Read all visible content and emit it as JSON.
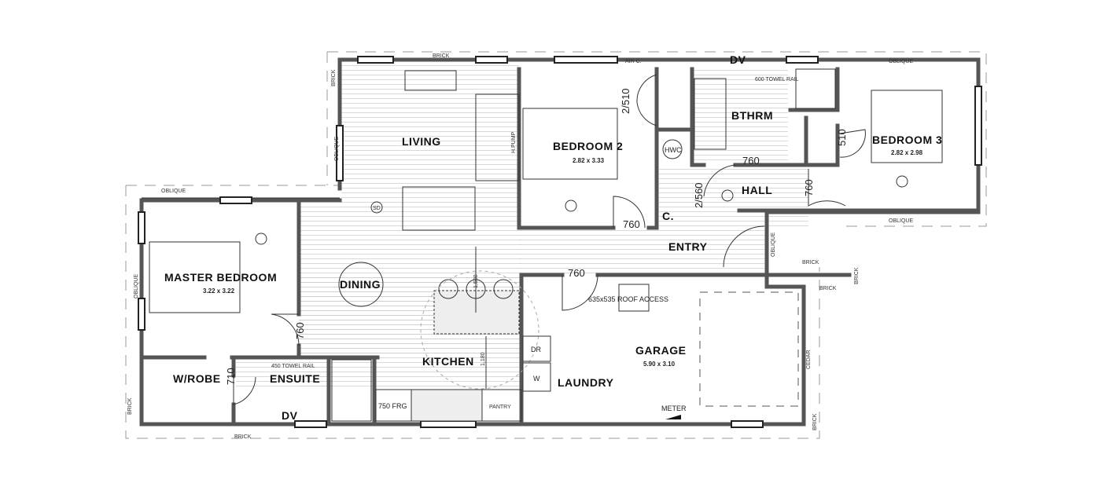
{
  "rooms": {
    "living": "LIVING",
    "bedroom2": {
      "name": "BEDROOM 2",
      "size": "2.82 x 3.33"
    },
    "bedroom3": {
      "name": "BEDROOM 3",
      "size": "2.82 x 2.98"
    },
    "master": {
      "name": "MASTER BEDROOM",
      "size": "3.22 x 3.22"
    },
    "bathroom": "BTHRM",
    "hall": "HALL",
    "cupboard": "C.",
    "entry": "ENTRY",
    "dining": "DINING",
    "kitchen": "KITCHEN",
    "wrobe": "W/ROBE",
    "ensuite": "ENSUITE",
    "laundry": "LAUNDRY",
    "garage": {
      "name": "GARAGE",
      "size": "5.90 x 3.10"
    }
  },
  "fixtures": {
    "hwc": "HWC",
    "heat_pump": "H.PUMP",
    "towel_rail_600": "600 TOWEL RAIL",
    "towel_rail_450": "450 TOWEL RAIL",
    "dv_bath": "DV",
    "dv_ensuite": "DV",
    "fridge": "750 FRG",
    "pantry": "PANTRY",
    "dryer": "DR",
    "washer": "W",
    "roof_access": "635x535 ROOF ACCESS",
    "meter": "METER",
    "smoke_detector": "SD",
    "air_con": "AIR C."
  },
  "doors": {
    "bed2_wardrobe": "2/510",
    "bed2_door": "760",
    "bath_door": "760",
    "hall_cupboard": "2/560",
    "bed3_door": "760",
    "bed3_wardrobe": "510",
    "master_door": "760",
    "ensuite_door": "710",
    "garage_door": "760"
  },
  "dimensions": {
    "kitchen_clear_1": "1,500",
    "kitchen_clear_2": "1,180"
  },
  "materials": {
    "brick": "BRICK",
    "oblique": "OBLIQUE",
    "cedar": "CEDAR"
  }
}
